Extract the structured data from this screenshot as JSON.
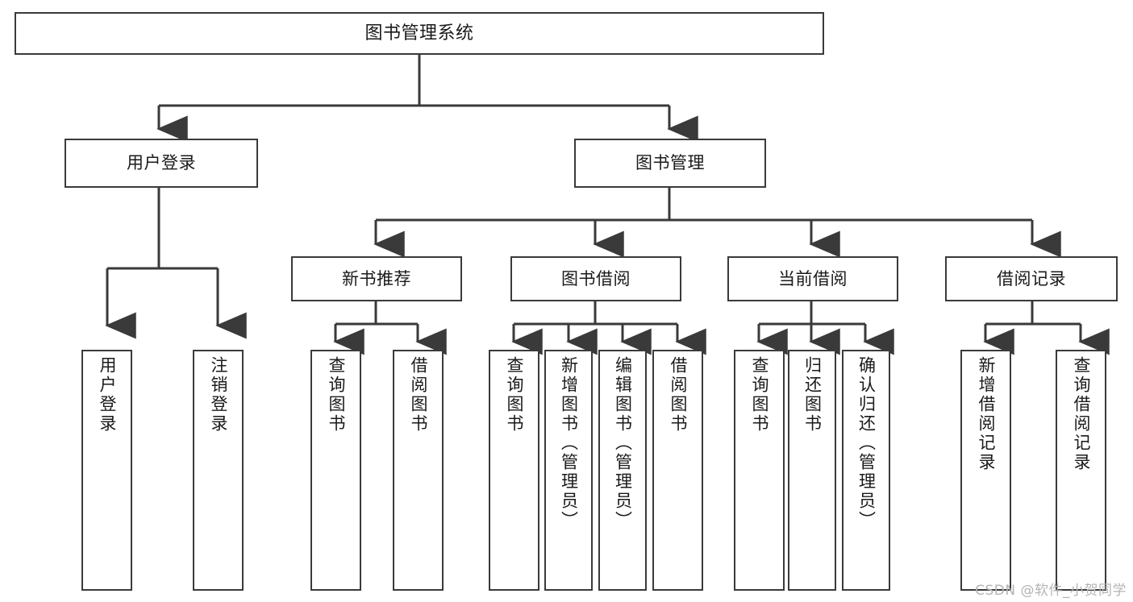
{
  "diagram": {
    "title_text": "图书管理系统",
    "type": "tree-hierarchy-diagram",
    "line_color": "#3a3a3a",
    "box_fill": "#ffffff",
    "text_color": "#1a1a1a",
    "root": {
      "label": "图书管理系统"
    },
    "level2": [
      {
        "label": "用户登录"
      },
      {
        "label": "图书管理"
      }
    ],
    "level3": [
      {
        "label": "新书推荐"
      },
      {
        "label": "图书借阅"
      },
      {
        "label": "当前借阅"
      },
      {
        "label": "借阅记录"
      }
    ],
    "leaves": {
      "user_login": [
        {
          "label": "用户登录"
        },
        {
          "label": "注销登录"
        }
      ],
      "new_book_recommend": [
        {
          "label": "查询图书"
        },
        {
          "label": "借阅图书"
        }
      ],
      "book_borrow": [
        {
          "label": "查询图书"
        },
        {
          "label": "新增图书（管理员）"
        },
        {
          "label": "编辑图书（管理员）"
        },
        {
          "label": "借阅图书"
        }
      ],
      "current_borrow": [
        {
          "label": "查询图书"
        },
        {
          "label": "归还图书"
        },
        {
          "label": "确认归还（管理员）"
        }
      ],
      "borrow_record": [
        {
          "label": "新增借阅记录"
        },
        {
          "label": "查询借阅记录"
        }
      ]
    }
  },
  "watermark": {
    "text": "CSDN @软件_小贺同学"
  }
}
